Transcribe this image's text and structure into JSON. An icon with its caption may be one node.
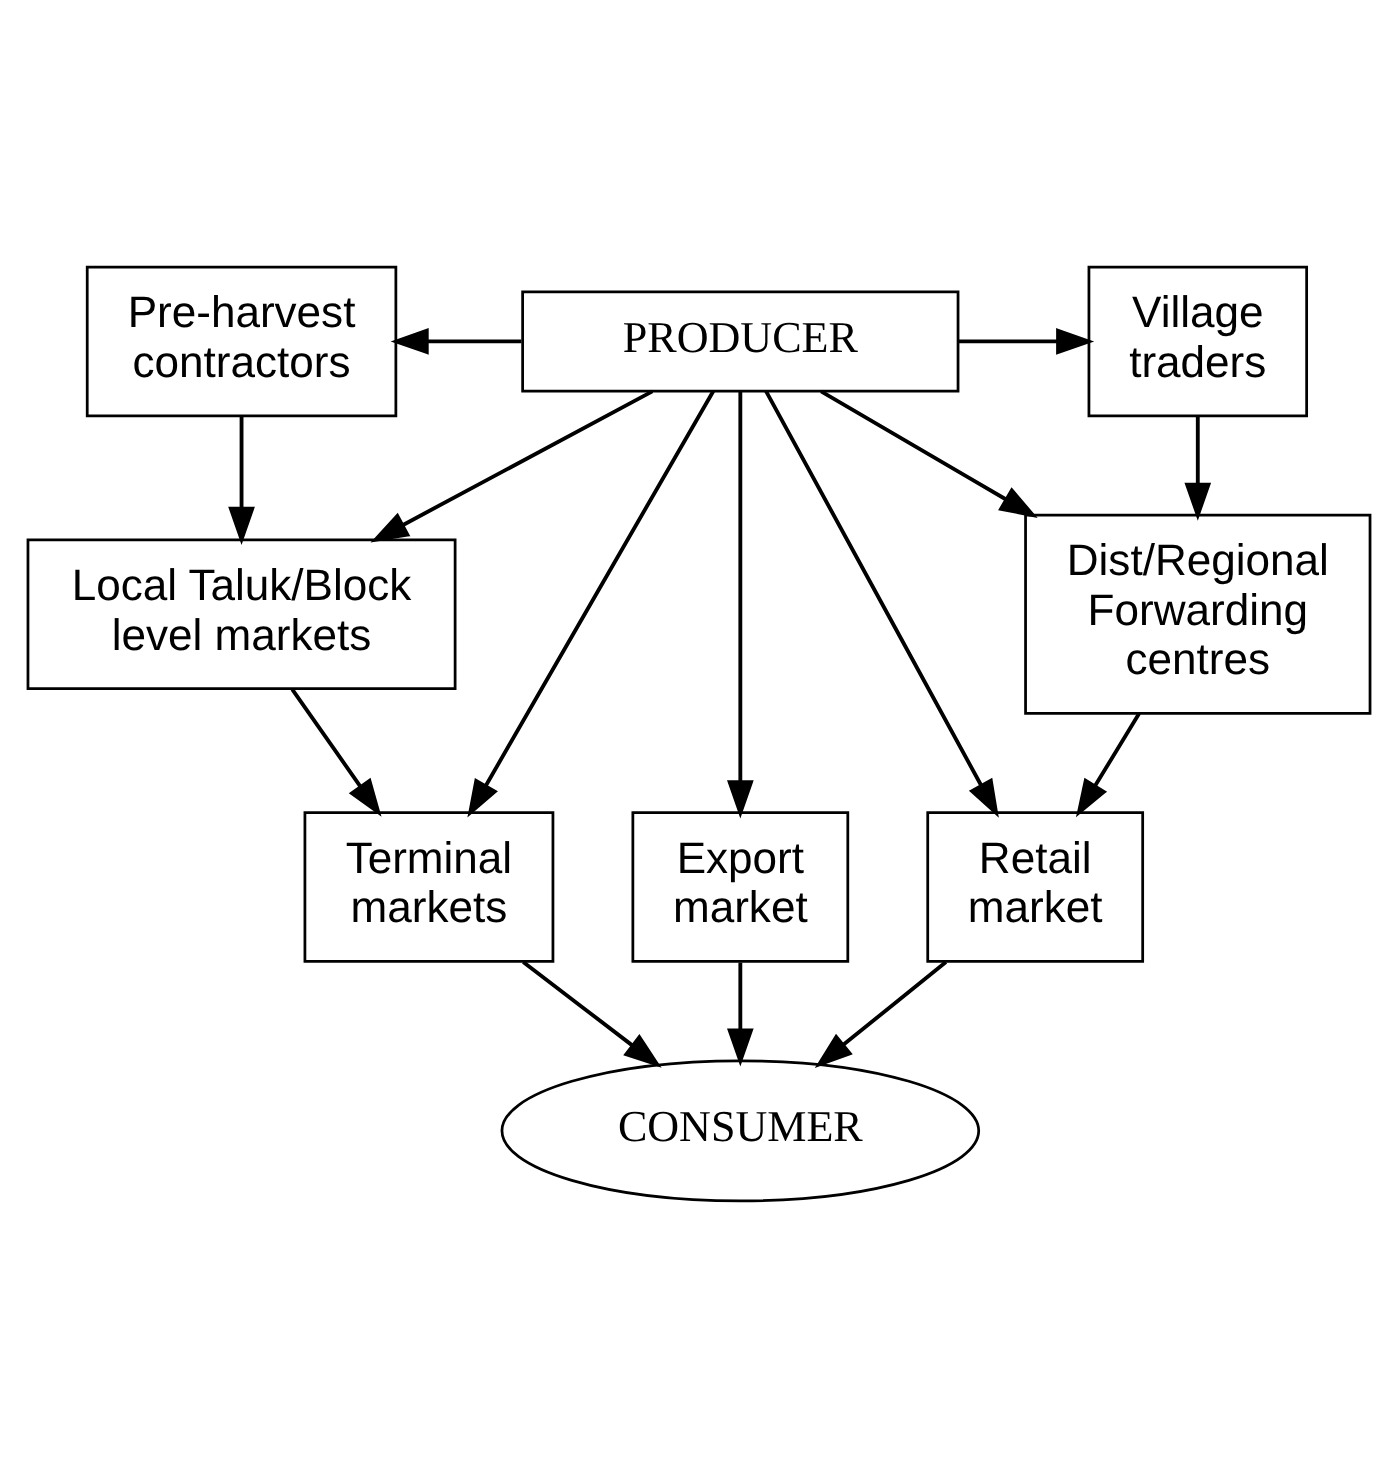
{
  "diagram": {
    "nodes": [
      {
        "text": [
          "PRODUCER"
        ]
      },
      {
        "text": [
          "Pre-harvest contractors"
        ]
      },
      {
        "text": [
          "Village traders"
        ]
      },
      {
        "text": [
          "Local Taluk/Block level markets"
        ]
      },
      {
        "text": [
          "Dist/Regional Forwarding centres"
        ]
      },
      {
        "text": [
          "Terminal markets"
        ]
      },
      {
        "text": [
          "Export market"
        ]
      },
      {
        "text": [
          "Retail market"
        ]
      },
      {
        "text": [
          "CONSUMER"
        ]
      }
    ],
    "edges": [
      {
        "from": 0,
        "to": 1,
        "arrow": "to"
      },
      {
        "from": 0,
        "to": 2,
        "arrow": "to"
      },
      {
        "from": 0,
        "to": 3,
        "arrow": "to"
      },
      {
        "from": 0,
        "to": 4,
        "arrow": "to"
      },
      {
        "from": 0,
        "to": 5,
        "arrow": "to"
      },
      {
        "from": 0,
        "to": 6,
        "arrow": "to"
      },
      {
        "from": 0,
        "to": 7,
        "arrow": "to"
      },
      {
        "from": 1,
        "to": 3,
        "arrow": "to"
      },
      {
        "from": 2,
        "to": 4,
        "arrow": "to"
      },
      {
        "from": 3,
        "to": 5,
        "arrow": "to"
      },
      {
        "from": 4,
        "to": 7,
        "arrow": "to"
      },
      {
        "from": 5,
        "to": 8,
        "arrow": "to"
      },
      {
        "from": 6,
        "to": 8,
        "arrow": "to"
      },
      {
        "from": 7,
        "to": 8,
        "arrow": "to"
      }
    ]
  }
}
